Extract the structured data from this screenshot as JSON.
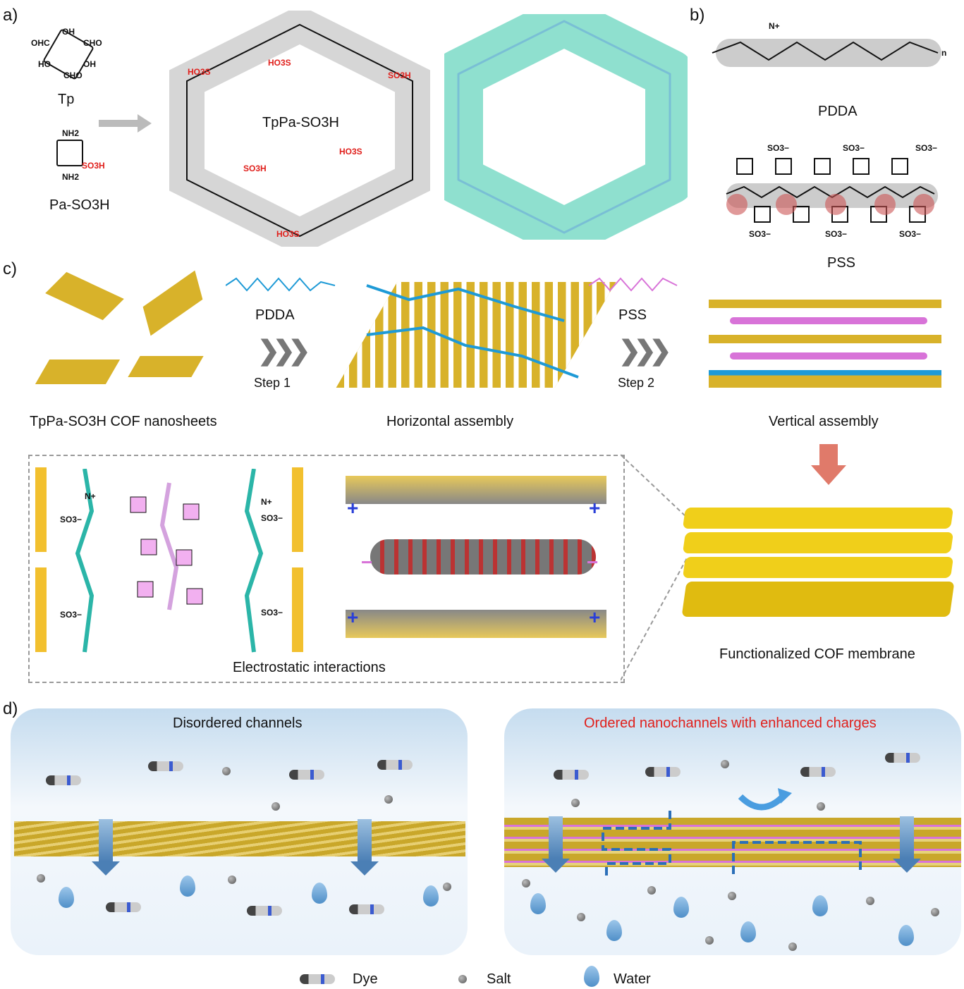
{
  "panels": {
    "a": "a)",
    "b": "b)",
    "c": "c)",
    "d": "d)"
  },
  "panel_a": {
    "tp_groups": [
      "OHC",
      "OH",
      "CHO",
      "HO",
      "OH",
      "CHO"
    ],
    "tp_label": "Tp",
    "pa_groups": [
      "NH2",
      "SO3H",
      "NH2"
    ],
    "pa_label": "Pa-SO3H",
    "cof_label": "TpPa-SO3H",
    "sulfonate_labels": [
      "HO3S",
      "HO3S",
      "SO3H",
      "SO3H",
      "HO3S",
      "HO3S"
    ]
  },
  "panel_b": {
    "pddda_label": "PDDA",
    "pss_label": "PSS",
    "pdda_charge": "N+",
    "pss_group": "SO3−",
    "repeat": "n"
  },
  "panel_c": {
    "step1_polymer": "PDDA",
    "step1": "Step 1",
    "step2_polymer": "PSS",
    "step2": "Step 2",
    "nanosheets": "TpPa-SO3H COF nanosheets",
    "horizontal": "Horizontal assembly",
    "vertical": "Vertical assembly",
    "electrostatic": "Electrostatic interactions",
    "membrane": "Functionalized COF membrane",
    "plus": "+",
    "minus": "−"
  },
  "panel_d": {
    "left_title": "Disordered channels",
    "right_title": "Ordered nanochannels with enhanced charges",
    "legend": [
      "Dye",
      "Salt",
      "Water"
    ]
  },
  "colors": {
    "gold": "#d8b22a",
    "pdda": "#1e9ad6",
    "pss": "#d873d8",
    "red": "#e0201c",
    "blue_arrow": "#4b7fb5"
  }
}
